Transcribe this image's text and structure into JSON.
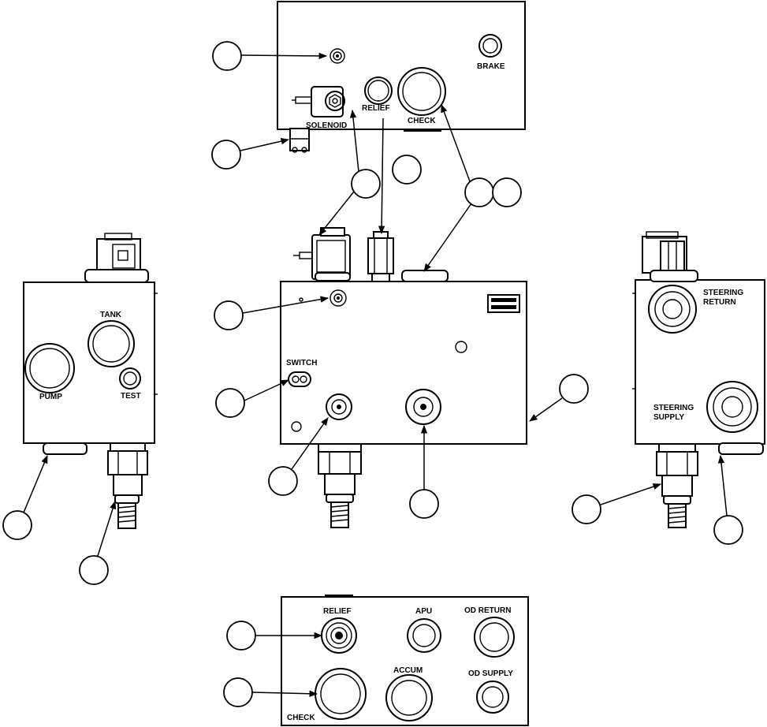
{
  "labels": {
    "brake": "BRAKE",
    "relief_top": "RELIEF",
    "check_top": "CHECK",
    "solenoid": "SOLENOID",
    "tank": "TANK",
    "pump": "PUMP",
    "test": "TEST",
    "switch": "SWITCH",
    "steering_return_1": "STEERING",
    "steering_return_2": "RETURN",
    "steering_supply_1": "STEERING",
    "steering_supply_2": "SUPPLY",
    "relief_bottom": "RELIEF",
    "apu": "APU",
    "od_return": "OD RETURN",
    "od_supply": "OD SUPPLY",
    "accum": "ACCUM",
    "check_bottom": "CHECK"
  },
  "icons": {
    "arrow": "arrow-icon",
    "callout": "callout-circle-icon"
  }
}
